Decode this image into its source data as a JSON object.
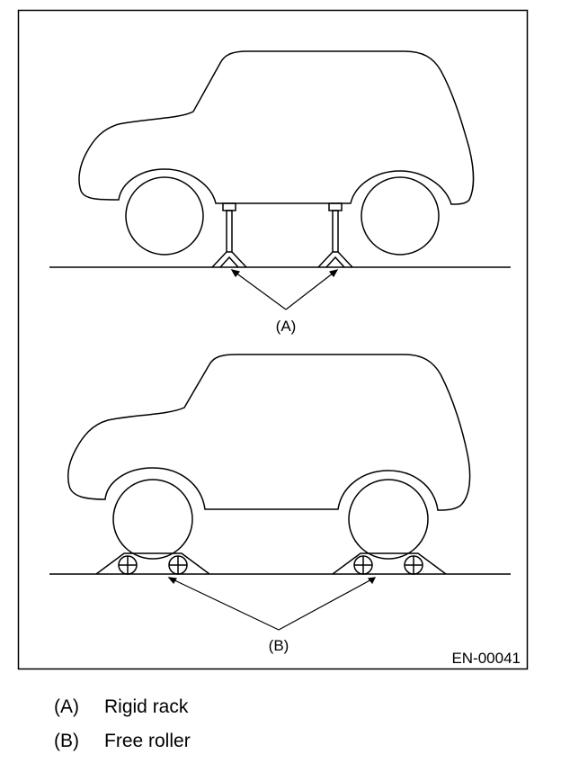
{
  "figure": {
    "label_a": "(A)",
    "label_b": "(B)",
    "code": "EN-00041"
  },
  "legend": [
    {
      "key": "(A)",
      "text": "Rigid rack"
    },
    {
      "key": "(B)",
      "text": "Free roller"
    }
  ]
}
